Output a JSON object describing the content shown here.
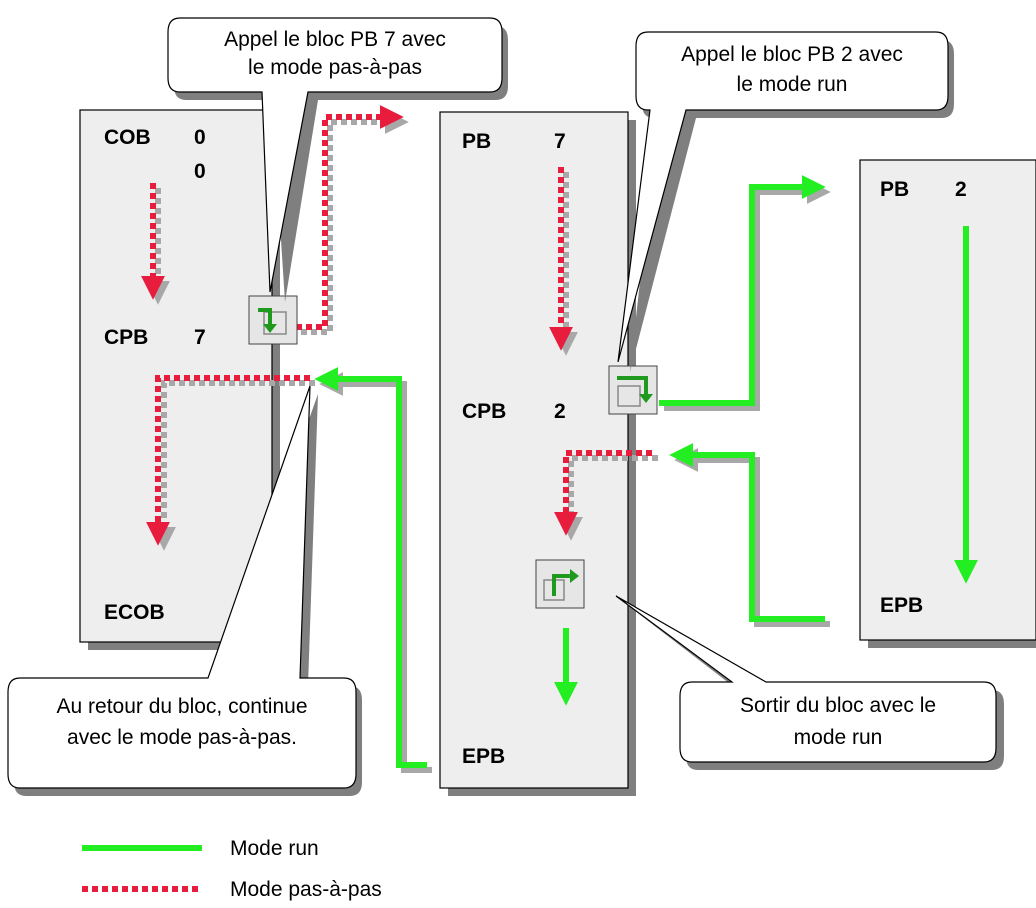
{
  "blocks": {
    "cob": {
      "top_label": "COB",
      "top_value_1": "0",
      "top_value_2": "0",
      "call_label": "CPB",
      "call_value": "7",
      "end_label": "ECOB"
    },
    "pb7": {
      "top_label": "PB",
      "top_value": "7",
      "call_label": "CPB",
      "call_value": "2",
      "end_label": "EPB"
    },
    "pb2": {
      "top_label": "PB",
      "top_value": "2",
      "end_label": "EPB"
    }
  },
  "callouts": {
    "call_pb7": [
      "Appel le bloc PB 7 avec",
      "le mode pas-à-pas"
    ],
    "call_pb2": [
      "Appel le bloc PB 2 avec",
      "le mode run"
    ],
    "return": [
      "Au retour du bloc, continue",
      "avec le mode pas-à-pas."
    ],
    "exit": [
      "Sortir du bloc avec le",
      "mode run"
    ]
  },
  "legend": {
    "run_label": "Mode run",
    "step_label": "Mode pas-à-pas"
  },
  "icons": {
    "step_into": "step-into-icon",
    "step_over": "step-over-icon",
    "step_out": "step-out-icon"
  },
  "colors": {
    "run": "#22ee22",
    "step": "#e81c3c",
    "block_fill": "#eeeeee",
    "shadow": "#7f7f7f"
  }
}
